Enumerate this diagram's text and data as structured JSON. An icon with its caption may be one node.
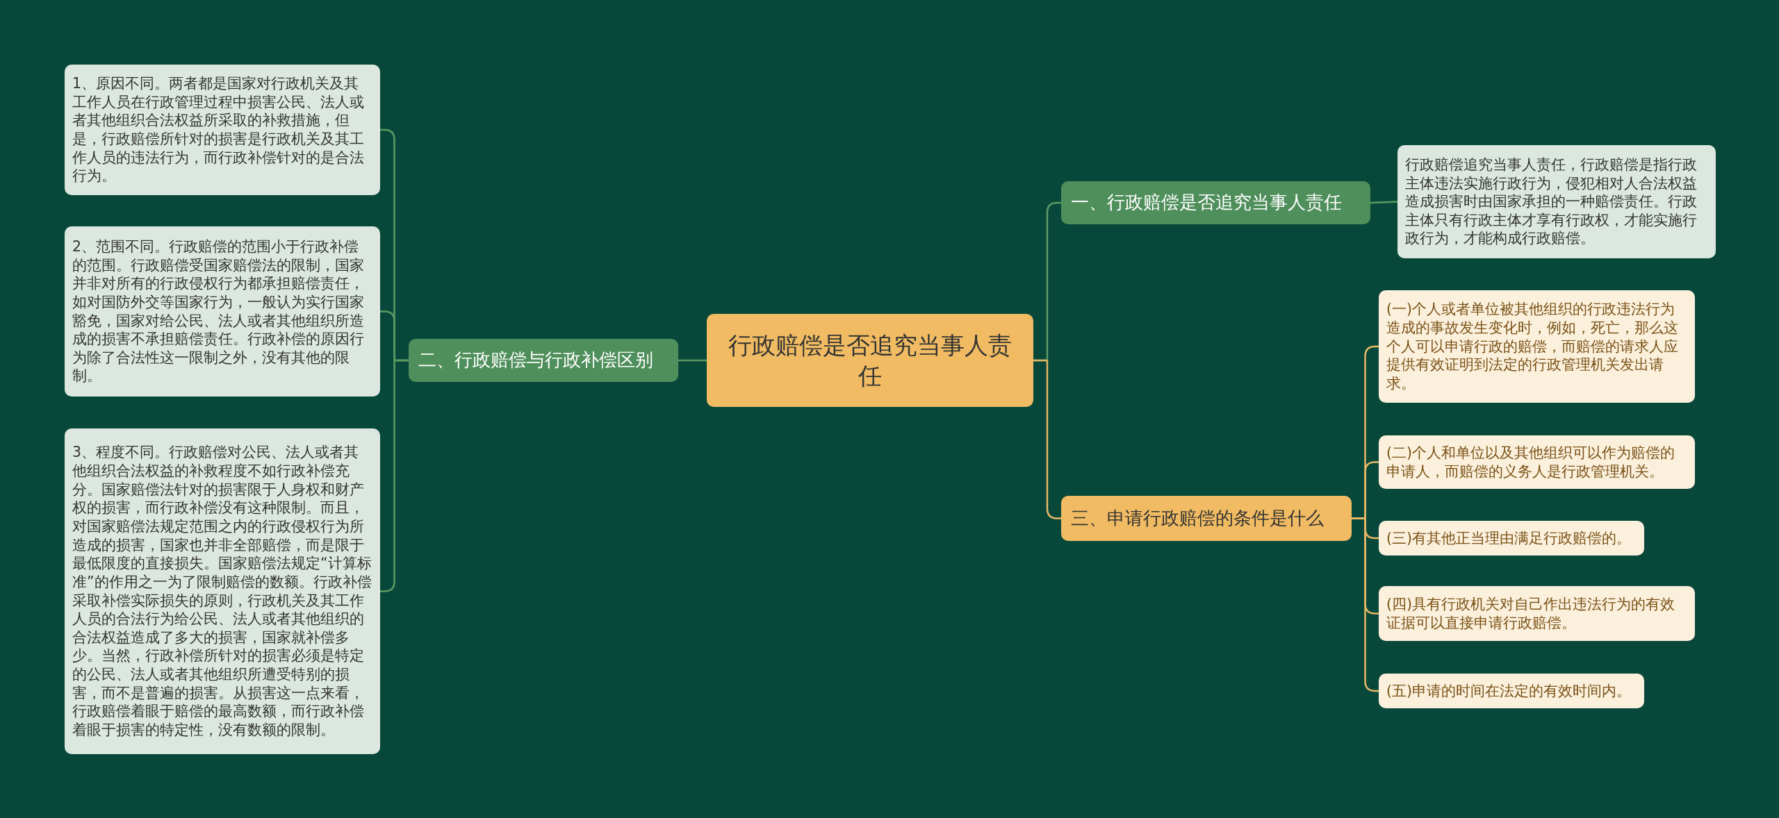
{
  "diagram": {
    "nodes": [
      {
        "text": [
          "行政赔偿是否追究当事人责任"
        ]
      },
      {
        "text": [
          "一、行政赔偿是否追究当事人责任"
        ]
      },
      {
        "text": [
          "行政赔偿追究当事人责任，行政赔偿是指行政主体违法实施行政行为，侵犯相对人合法权益造成损害时由国家承担的一种赔偿责任。行政主体只有行政主体才享有行政权，才能实施行政行为，才能构成行政赔偿。"
        ]
      },
      {
        "text": [
          "二、行政赔偿与行政补偿区别"
        ]
      },
      {
        "text": [
          "1、原因不同。两者都是国家对行政机关及其工作人员在行政管理过程中损害公民、法人或者其他组织合法权益所采取的补救措施，但是，行政赔偿所针对的损害是行政机关及其工作人员的违法行为，而行政补偿针对的是合法行为。"
        ]
      },
      {
        "text": [
          "2、范围不同。行政赔偿的范围小于行政补偿的范围。行政赔偿受国家赔偿法的限制，国家并非对所有的行政侵权行为都承担赔偿责任，如对国防外交等国家行为，一般认为实行国家豁免，国家对给公民、法人或者其他组织所造成的损害不承担赔偿责任。行政补偿的原因行为除了合法性这一限制之外，没有其他的限制。"
        ]
      },
      {
        "text": [
          "3、程度不同。行政赔偿对公民、法人或者其他组织合法权益的补救程度不如行政补偿充分。国家赔偿法针对的损害限于人身权和财产权的损害，而行政补偿没有这种限制。而且，对国家赔偿法规定范围之内的行政侵权行为所造成的损害，国家也并非全部赔偿，而是限于最低限度的直接损失。国家赔偿法规定“计算标准”的作用之一为了限制赔偿的数额。行政补偿采取补偿实际损失的原则，行政机关及其工作人员的合法行为给公民、法人或者其他组织的合法权益造成了多大的损害，国家就补偿多少。当然，行政补偿所针对的损害必须是特定的公民、法人或者其他组织所遭受特别的损害，而不是普遍的损害。从损害这一点来看，行政赔偿着眼于赔偿的最高数额，而行政补偿着眼于损害的特定性，没有数额的限制。"
        ]
      },
      {
        "text": [
          "三、申请行政赔偿的条件是什么"
        ]
      },
      {
        "text": [
          "(一)个人或者单位被其他组织的行政违法行为造成的事故发生变化时，例如，死亡，那么这个人可以申请行政的赔偿，而赔偿的请求人应提供有效证明到法定的行政管理机关发出请求。"
        ]
      },
      {
        "text": [
          "(二)个人和单位以及其他组织可以作为赔偿的申请人，而赔偿的义务人是行政管理机关。"
        ]
      },
      {
        "text": [
          "(三)有其他正当理由满足行政赔偿的。"
        ]
      },
      {
        "text": [
          "(四)具有行政机关对自己作出违法行为的有效证据可以直接申请行政赔偿。"
        ]
      },
      {
        "text": [
          "(五)申请的时间在法定的有效时间内。"
        ]
      }
    ],
    "edges": [
      {
        "from": 0,
        "to": 1,
        "arrow": "none",
        "color": "#5d9a63"
      },
      {
        "from": 1,
        "to": 2,
        "arrow": "none",
        "color": "#5d9a63"
      },
      {
        "from": 0,
        "to": 3,
        "arrow": "none",
        "color": "#5d9a63"
      },
      {
        "from": 3,
        "to": 4,
        "arrow": "none",
        "color": "#5d9a63"
      },
      {
        "from": 3,
        "to": 5,
        "arrow": "none",
        "color": "#5d9a63"
      },
      {
        "from": 3,
        "to": 6,
        "arrow": "none",
        "color": "#5d9a63"
      },
      {
        "from": 0,
        "to": 7,
        "arrow": "none",
        "color": "#e8b865"
      },
      {
        "from": 7,
        "to": 8,
        "arrow": "none",
        "color": "#e8b865"
      },
      {
        "from": 7,
        "to": 9,
        "arrow": "none",
        "color": "#e8b865"
      },
      {
        "from": 7,
        "to": 10,
        "arrow": "none",
        "color": "#e8b865"
      },
      {
        "from": 7,
        "to": 11,
        "arrow": "none",
        "color": "#e8b865"
      },
      {
        "from": 7,
        "to": 12,
        "arrow": "none",
        "color": "#e8b865"
      }
    ]
  }
}
